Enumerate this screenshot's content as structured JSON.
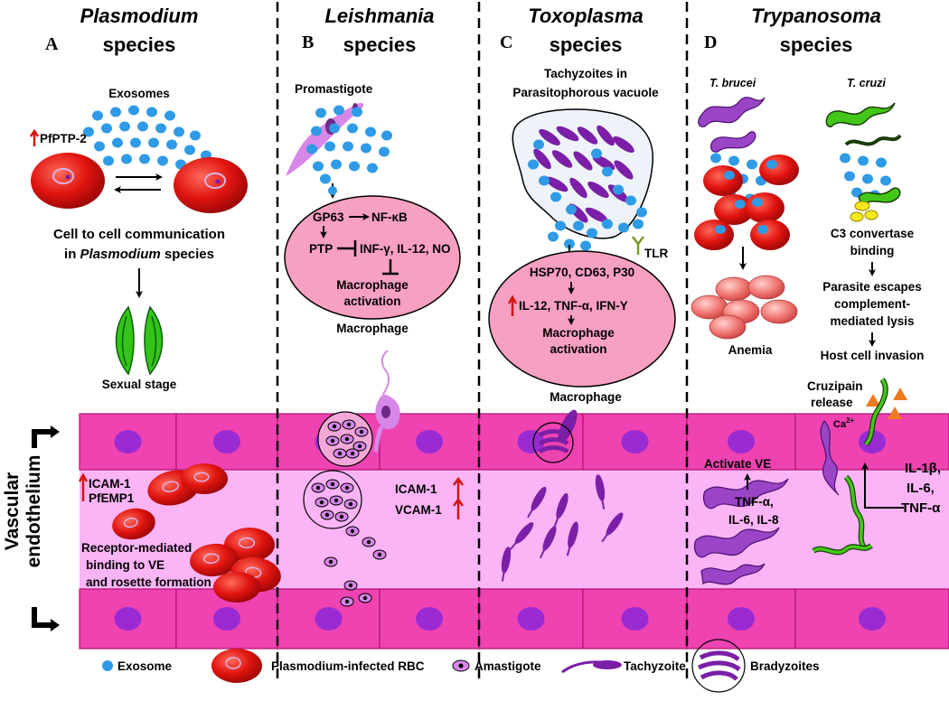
{
  "headers": {
    "plasmodium": {
      "genus": "Plasmodium",
      "suffix": "species",
      "letter": "A"
    },
    "leishmania": {
      "genus": "Leishmania",
      "suffix": "species",
      "letter": "B"
    },
    "toxoplasma": {
      "genus": "Toxoplasma",
      "suffix": "species",
      "letter": "C"
    },
    "trypanosoma": {
      "genus": "Trypanosoma",
      "suffix": "species",
      "letter": "D"
    }
  },
  "panel_a": {
    "exosomes": "Exosomes",
    "pfptp": "PfPTP-2",
    "comm_line1": "Cell to cell communication",
    "comm_line2_pre": "in ",
    "comm_line2_italic": "Plasmodium",
    "comm_line2_post": " species",
    "sexual": "Sexual stage",
    "icam": "ICAM-1",
    "pfemp": "PfEMP1",
    "receptor1": "Receptor-mediated",
    "receptor2": "binding to VE",
    "receptor3": "and rosette formation"
  },
  "panel_b": {
    "promastigote": "Promastigote",
    "gp63": "GP63",
    "nfkb": "NF-κB",
    "ptp": "PTP",
    "cytokines": "INF-γ, IL-12, NO",
    "macro1": "Macrophage",
    "macro2": "activation",
    "macrophage": "Macrophage",
    "icam": "ICAM-1",
    "vcam": "VCAM-1"
  },
  "panel_c": {
    "tach1": "Tachyzoites in",
    "tach2": "Parasitophorous vacuole",
    "tlr": "TLR",
    "hsp": "HSP70, CD63, P30",
    "il": "IL-12, TNF-α, IFN-Y",
    "macro1": "Macrophage",
    "macro2": "activation",
    "macrophage": "Macrophage"
  },
  "panel_d": {
    "tbrucei": "T. brucei",
    "tcruzi": "T. cruzi",
    "c3_1": "C3 convertase",
    "c3_2": "binding",
    "escape1": "Parasite escapes",
    "escape2": "complement-",
    "escape3": "mediated lysis",
    "anemia": "Anemia",
    "host": "Host cell invasion",
    "cruz1": "Cruzipain",
    "cruz2": "release",
    "ca": "Ca",
    "ca_sup": "2+",
    "activate": "Activate VE",
    "tnf1": "TNF-α,",
    "tnf2": "IL-6, IL-8",
    "il1": "IL-1β,",
    "il2": "IL-6,",
    "il3": "TNF-α"
  },
  "vascular": {
    "line1": "Vascular",
    "line2": "endothelium"
  },
  "legend": {
    "exosome": "Exosome",
    "rbc": "Plasmodium-infected RBC",
    "amastigote": "Amastigote",
    "tachyzoite": "Tachyzoite",
    "bradyzoites": "Bradyzoites"
  },
  "colors": {
    "exosome": "#2f9be6",
    "rbc": "#e0140f",
    "cell": "#ef43b2",
    "nucleus": "#9a2bd3",
    "lumen": "#fbb4f6",
    "macrophage": "#f8a0c2",
    "tachyzoite": "#7a1fa6",
    "trypanosome": "#9a44c6",
    "cruzi": "#43c81a",
    "promastigote": "#d787e8",
    "anemia": "#f07470",
    "arrow_red": "#d41515",
    "triangle": "#f07a20",
    "yellow": "#f5e81e"
  }
}
